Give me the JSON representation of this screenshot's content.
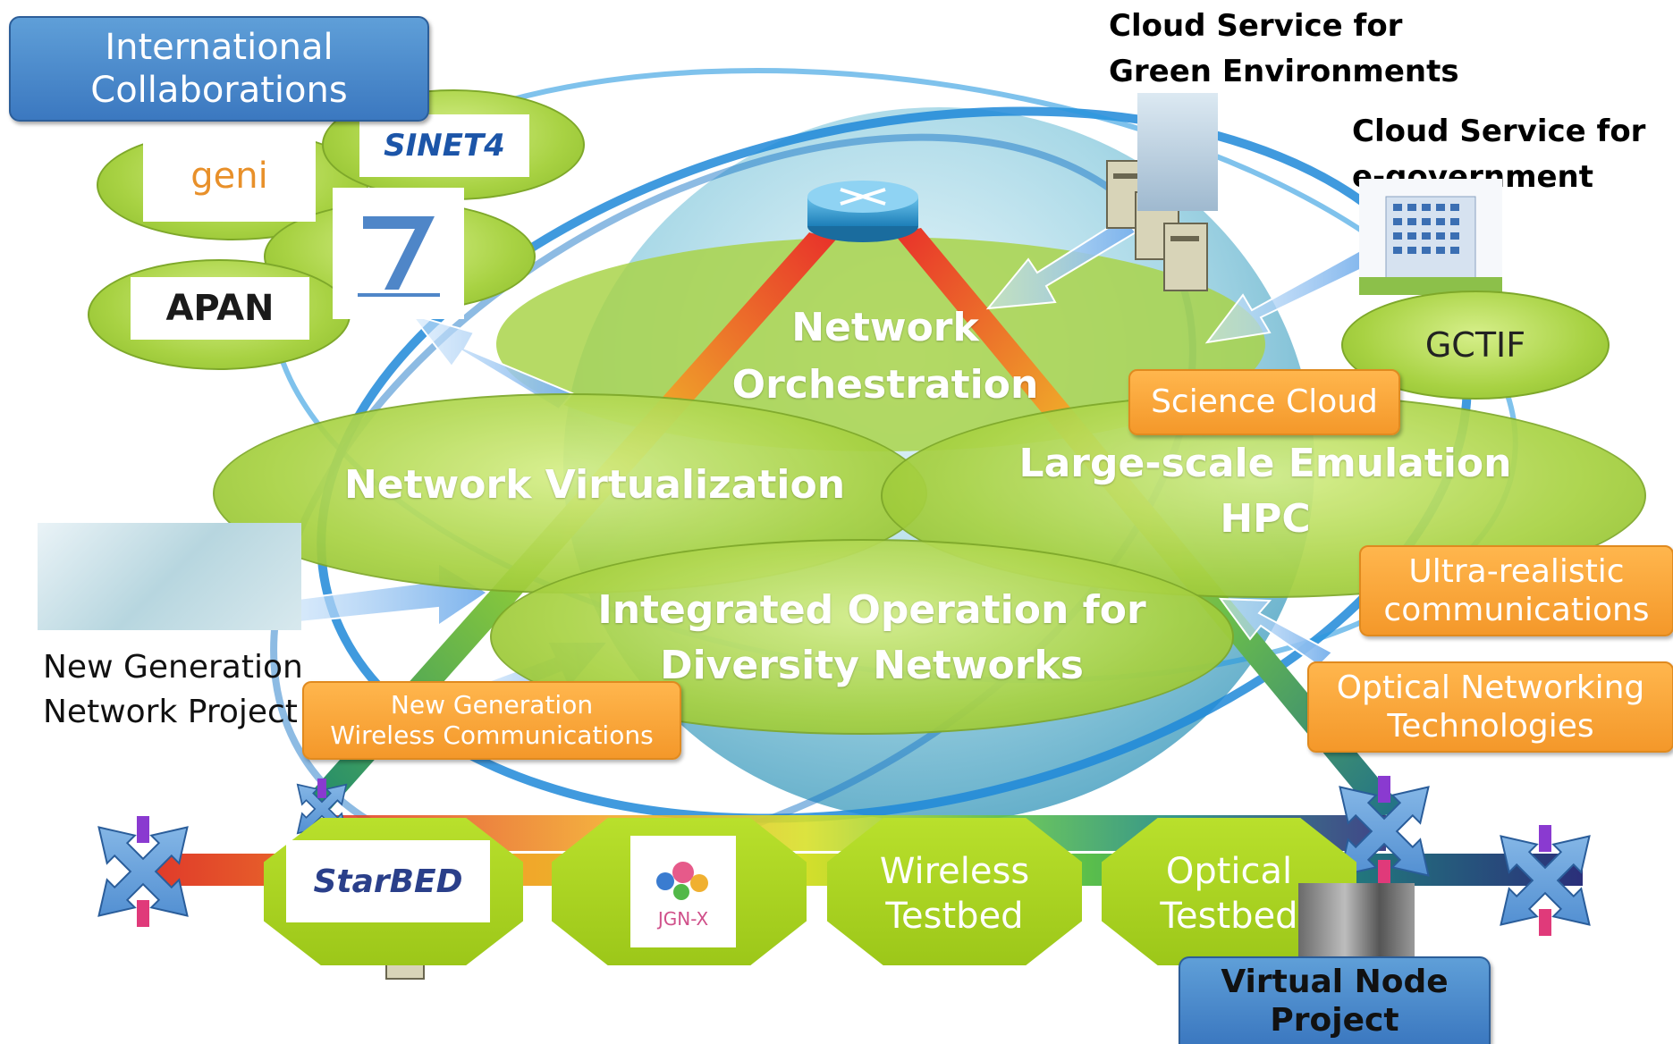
{
  "international": {
    "line1": "International",
    "line2": "Collaborations"
  },
  "logos": {
    "geni": "geni",
    "sinet": "SINET4",
    "apan": "APAN",
    "starbed": "StarBED",
    "jgnx": "JGN-X"
  },
  "cloud_green": {
    "line1": "Cloud Service for",
    "line2": "Green Environments"
  },
  "cloud_egov": {
    "line1": "Cloud Service for",
    "line2": "e-government"
  },
  "gctif": "GCTIF",
  "network_orchestration": {
    "line1": "Network",
    "line2": "Orchestration"
  },
  "science_cloud": "Science Cloud",
  "network_virtualization": "Network Virtualization",
  "large_scale": {
    "line1": "Large-scale Emulation",
    "line2": "HPC"
  },
  "ultra_realistic": {
    "line1": "Ultra-realistic",
    "line2": "communications"
  },
  "integrated": {
    "line1": "Integrated Operation for",
    "line2": "Diversity Networks"
  },
  "optical_networking": {
    "line1": "Optical Networking",
    "line2": "Technologies"
  },
  "new_gen_project": {
    "line1": "New Generation",
    "line2": "Network Project"
  },
  "new_gen_wireless": {
    "line1": "New Generation",
    "line2": "Wireless Communications"
  },
  "wireless_testbed": {
    "line1": "Wireless",
    "line2": "Testbed"
  },
  "optical_testbed": {
    "line1": "Optical",
    "line2": "Testbed"
  },
  "virtual_node": {
    "line1": "Virtual Node",
    "line2": "Project"
  },
  "colors": {
    "ellipse_green": "#a8d243",
    "orange": "#f4982a",
    "blue_box": "#3b78c0",
    "octagon_green": "#a6cf1c"
  },
  "icons": [
    "router-icon",
    "server-icon",
    "building-icon",
    "cross-arrow-icon",
    "wide-arrow-icon"
  ]
}
